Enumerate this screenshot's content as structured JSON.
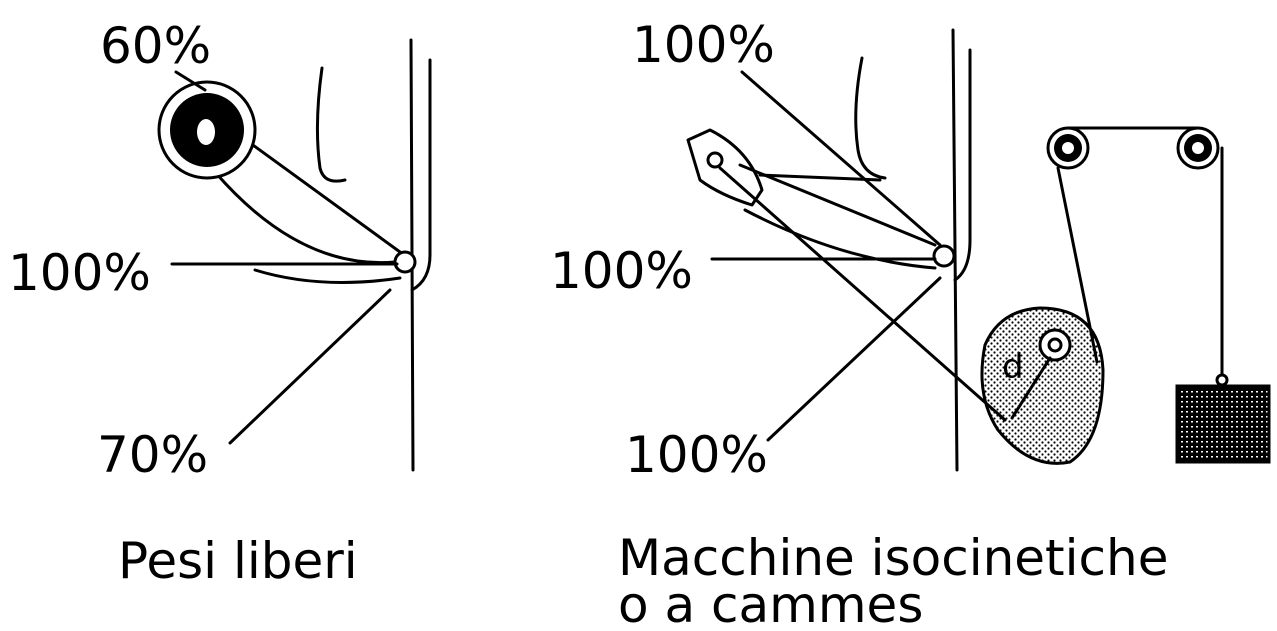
{
  "left_panel": {
    "labels": {
      "top": "60%",
      "middle": "100%",
      "bottom": "70%"
    },
    "caption": "Pesi liberi"
  },
  "right_panel": {
    "labels": {
      "top": "100%",
      "middle": "100%",
      "bottom": "100%"
    },
    "cam_label": "d",
    "caption_line1": "Macchine isocinetiche",
    "caption_line2": "o a cammes"
  },
  "colors": {
    "ink": "#000000",
    "background": "#ffffff"
  }
}
